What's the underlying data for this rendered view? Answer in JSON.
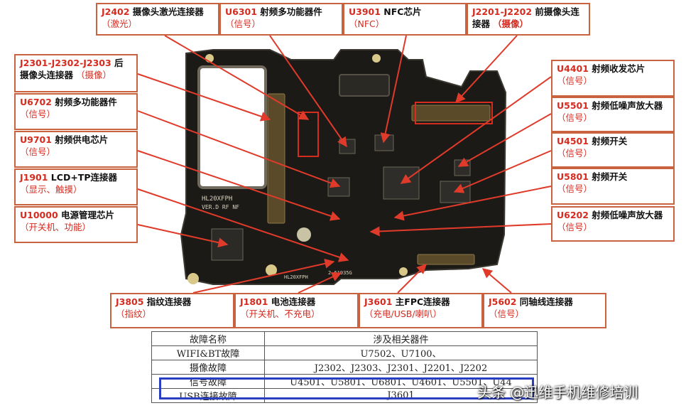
{
  "callouts": [
    {
      "code": "J2402",
      "name": " 摄像头激光连接器",
      "sub": "（激光）"
    },
    {
      "code": "U6301",
      "name": " 射频多功能器件",
      "sub": "（信号）"
    },
    {
      "code": "U3901",
      "name": " NFC芯片",
      "sub": "（NFC）"
    },
    {
      "code": "J2201-J2202",
      "name": " 前摄像头连接器",
      "sub": "（摄像）"
    },
    {
      "code": "J2301-J2302-J2303",
      "name": " 后摄像头连接器",
      "sub": "（摄像）"
    },
    {
      "code": "U6702",
      "name": "  射频多功能器件",
      "sub": "（信号）"
    },
    {
      "code": "U9701",
      "name": " 射频供电芯片",
      "sub": "（信号）"
    },
    {
      "code": "J1901",
      "name": " LCD+TP连接器",
      "sub": "（显示、触摸）"
    },
    {
      "code": "U10000",
      "name": " 电源管理芯片",
      "sub": "（开关机、功能）"
    },
    {
      "code": "U4401",
      "name": " 射频收发芯片",
      "sub": "（信号）"
    },
    {
      "code": "U5501",
      "name": " 射频低噪声放大器",
      "sub": "（信号）"
    },
    {
      "code": "U4501",
      "name": " 射频开关",
      "sub": "（信号）"
    },
    {
      "code": "U5801",
      "name": " 射频开关",
      "sub": "（信号）"
    },
    {
      "code": "U6202",
      "name": " 射频低噪声放大器",
      "sub": "（信号）"
    },
    {
      "code": "J3805",
      "name": " 指纹连接器",
      "sub": "（指纹）"
    },
    {
      "code": "J1801",
      "name": " 电池连接器",
      "sub": "（开关机、不充电）"
    },
    {
      "code": "J3601",
      "name": " 主FPC连接器",
      "sub": "（充电/USB/喇叭）"
    },
    {
      "code": "J5602",
      "name": " 同轴线连接器",
      "sub": "（信号）"
    }
  ],
  "board_text": {
    "marking_1": "HL20XFPH",
    "marking_2": "VER.D RF NF",
    "marking_3": "HL20XFPH",
    "marking_4": "2-61935G"
  },
  "table": {
    "header": [
      "故障名称",
      "涉及相关器件"
    ],
    "rows": [
      [
        "WIFI&BT故障",
        "U7502、U7100、"
      ],
      [
        "摄像故障",
        "J2302、J2303、J2301、J2201、J2202"
      ],
      [
        "信号故障",
        "U4501、U5801、U6801、U4601、U5501、U44"
      ],
      [
        "USB连接故障",
        "J3601"
      ]
    ]
  },
  "watermark": "头条 @迅维手机维修培训",
  "colors": {
    "border": "#c9623f",
    "code": "#d62b1f",
    "arrow": "#e03a2a",
    "highlight": "#2a3ec2",
    "board": "#1b1a17"
  }
}
